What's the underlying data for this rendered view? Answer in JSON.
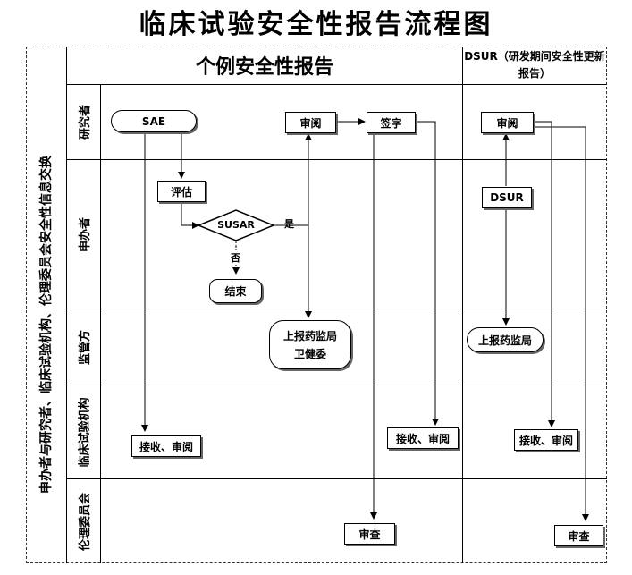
{
  "title": "临床试验安全性报告流程图",
  "sections": {
    "individual": "个例安全性报告",
    "dsur": "DSUR（研发期间安全性更新报告）"
  },
  "side_label": "申办者与研究者、临床试验机构、伦理委员会安全性信息交换",
  "lanes": [
    "研究者",
    "申办者",
    "监管方",
    "临床试验机构",
    "伦理委员会"
  ],
  "nodes": {
    "sae": "SAE",
    "review1": "审阅",
    "sign": "签字",
    "review2": "审阅",
    "evaluate": "评估",
    "susar": "SUSAR",
    "yes": "是",
    "no": "否",
    "end": "结束",
    "dsur": "DSUR",
    "report1_line1": "上报药监局",
    "report1_line2": "卫健委",
    "report2": "上报药监局",
    "receive1": "接收、审阅",
    "receive2": "接收、审阅",
    "receive3": "接收、审阅",
    "check1": "审查",
    "check2": "审查"
  }
}
